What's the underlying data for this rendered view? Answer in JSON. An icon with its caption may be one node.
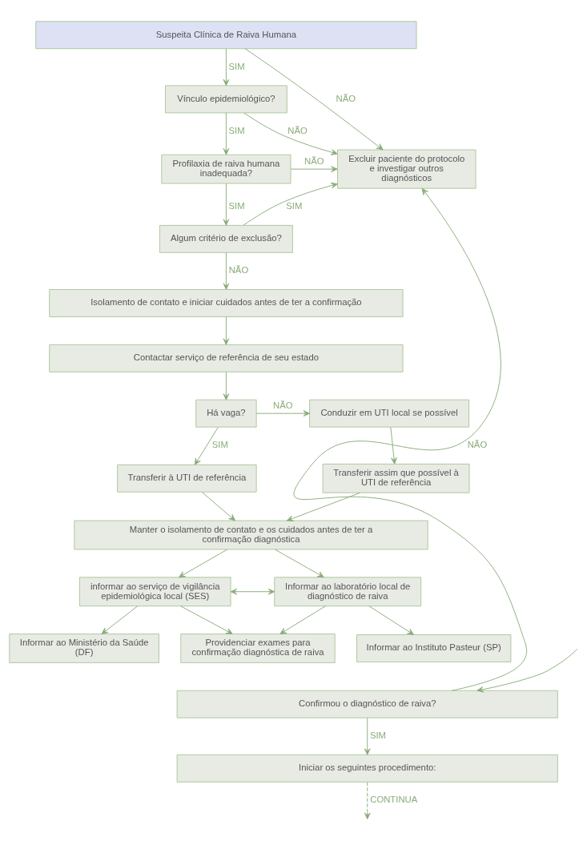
{
  "diagram": {
    "nodes": [
      {
        "text": [
          "Suspeita Clínica de Raiva Humana"
        ]
      },
      {
        "text": [
          "Vínculo epidemiológico?"
        ]
      },
      {
        "text": [
          "Profilaxia de raiva humana inadequada?"
        ]
      },
      {
        "text": [
          "Algum critério de exclusão?"
        ]
      },
      {
        "text": [
          "Excluir paciente do protocolo e investigar outros diagnósticos"
        ]
      },
      {
        "text": [
          "Isolamento de contato e iniciar cuidados antes de ter a confirmação"
        ]
      },
      {
        "text": [
          "Contactar serviço de referência de seu estado"
        ]
      },
      {
        "text": [
          "Há vaga?"
        ]
      },
      {
        "text": [
          "Conduzir em UTI local se possível"
        ]
      },
      {
        "text": [
          "Transferir à UTI de referência"
        ]
      },
      {
        "text": [
          "Transferir assim que possível à UTI de referência"
        ]
      },
      {
        "text": [
          "Manter o isolamento de contato e os cuidados antes de ter a confirmação diagnóstica"
        ]
      },
      {
        "text": [
          "informar ao serviço de vigilância epidemiológica local (SES)"
        ]
      },
      {
        "text": [
          "Informar ao laboratório local de diagnóstico de raiva"
        ]
      },
      {
        "text": [
          "Informar ao Ministério da Saúde (DF)"
        ]
      },
      {
        "text": [
          "Providenciar exames para confirmação diagnóstica de raiva"
        ]
      },
      {
        "text": [
          "Informar ao Instituto Pasteur (SP)"
        ]
      },
      {
        "text": [
          "Confirmou o diagnóstico de raiva?"
        ]
      },
      {
        "text": [
          "Iniciar os seguintes procedimento:"
        ]
      }
    ],
    "edges": [
      {
        "from": 0,
        "to": 1,
        "arrow": "to",
        "label": "SIM"
      },
      {
        "from": 0,
        "to": 4,
        "arrow": "to",
        "label": "NÃO"
      },
      {
        "from": 1,
        "to": 2,
        "arrow": "to",
        "label": "SIM"
      },
      {
        "from": 1,
        "to": 4,
        "arrow": "to",
        "label": "NÃO"
      },
      {
        "from": 2,
        "to": 3,
        "arrow": "to",
        "label": "SIM"
      },
      {
        "from": 2,
        "to": 4,
        "arrow": "to",
        "label": "NÃO"
      },
      {
        "from": 3,
        "to": 4,
        "arrow": "to",
        "label": "SIM"
      },
      {
        "from": 3,
        "to": 5,
        "arrow": "to",
        "label": "NÃO"
      },
      {
        "from": 5,
        "to": 6,
        "arrow": "to"
      },
      {
        "from": 6,
        "to": 7,
        "arrow": "to"
      },
      {
        "from": 7,
        "to": 8,
        "arrow": "to",
        "label": "NÃO"
      },
      {
        "from": 7,
        "to": 9,
        "arrow": "to",
        "label": "SIM"
      },
      {
        "from": 8,
        "to": 10,
        "arrow": "to"
      },
      {
        "from": 9,
        "to": 11,
        "arrow": "to"
      },
      {
        "from": 10,
        "to": 11,
        "arrow": "to"
      },
      {
        "from": 11,
        "to": 12,
        "arrow": "to"
      },
      {
        "from": 11,
        "to": 13,
        "arrow": "to"
      },
      {
        "from": 12,
        "to": 13,
        "arrow": "both"
      },
      {
        "from": 12,
        "to": 14,
        "arrow": "to"
      },
      {
        "from": 12,
        "to": 15,
        "arrow": "to"
      },
      {
        "from": 13,
        "to": 15,
        "arrow": "to"
      },
      {
        "from": 13,
        "to": 16,
        "arrow": "to"
      },
      {
        "from": null,
        "to": 17,
        "arrow": "to"
      },
      {
        "from": 17,
        "to": 4,
        "arrow": "to",
        "label": "NÃO"
      },
      {
        "from": 17,
        "to": 18,
        "arrow": "to",
        "label": "SIM"
      },
      {
        "from": 18,
        "to": null,
        "arrow": "to",
        "label": "CONTINUA",
        "style": "dashed"
      }
    ]
  }
}
